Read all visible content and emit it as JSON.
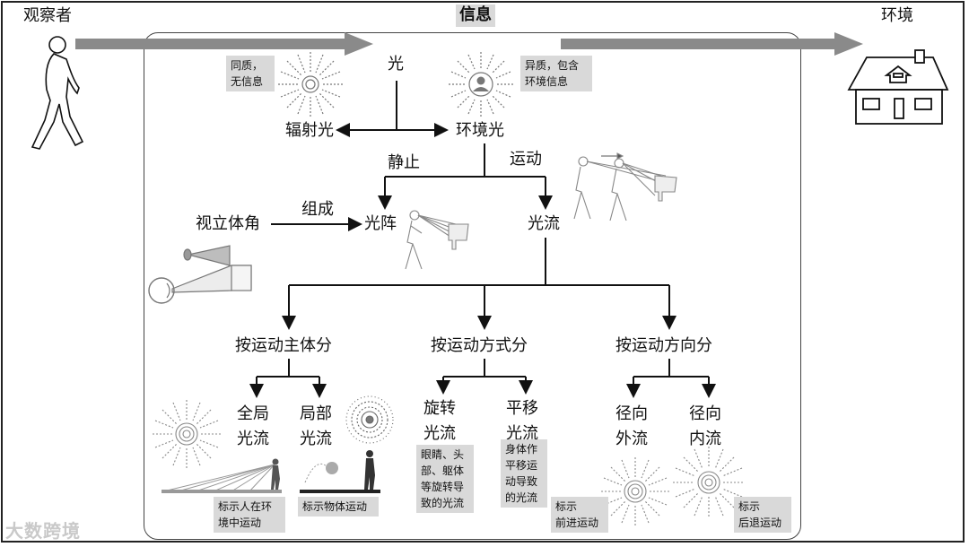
{
  "header": {
    "observer": "观察者",
    "information": "信息",
    "environment": "环境"
  },
  "light": {
    "root": "光",
    "radiant": "辐射光",
    "ambient": "环境光",
    "homogeneous_note": "同质，\n无信息",
    "heterogeneous_note": "异质，包含\n环境信息"
  },
  "branches": {
    "static": "静止",
    "motion": "运动",
    "visual_angle": "视立体角",
    "compose": "组成",
    "optic_array": "光阵",
    "optic_flow": "光流"
  },
  "categories": {
    "by_subject": "按运动主体分",
    "by_mode": "按运动方式分",
    "by_direction": "按运动方向分"
  },
  "leaves": {
    "global_flow": "全局\n光流",
    "local_flow": "局部\n光流",
    "rotation_flow": "旋转\n光流",
    "translation_flow": "平移\n光流",
    "radial_out": "径向\n外流",
    "radial_in": "径向\n内流"
  },
  "notes": {
    "global": "标示人在环\n境中运动",
    "local": "标示物体运动",
    "rotation": "眼睛、头\n部、躯体\n等旋转导\n致的光流",
    "translation": "身体作\n平移运\n动导致\n的光流",
    "forward": "标示\n前进运动",
    "backward": "标示\n后退运动"
  },
  "watermark": "大数跨境"
}
